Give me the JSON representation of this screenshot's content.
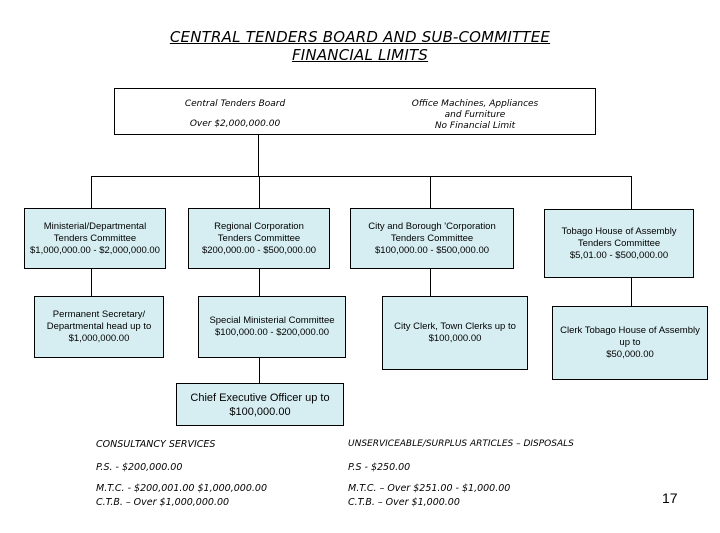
{
  "title": {
    "line1": "CENTRAL TENDERS BOARD AND SUB-COMMITTEE",
    "line2": "FINANCIAL LIMITS"
  },
  "top_box": {
    "left_title": "Central Tenders Board",
    "left_limit": "Over $2,000,000.00",
    "right_line1": "Office Machines, Appliances",
    "right_line2": "and Furniture",
    "right_line3": "No Financial Limit"
  },
  "level1": [
    {
      "line1": "Ministerial/Departmental",
      "line2": "Tenders Committee",
      "line3": "$1,000,000.00 - $2,000,000.00"
    },
    {
      "line1": "Regional Corporation",
      "line2": "Tenders Committee",
      "line3": "$200,000.00 - $500,000.00"
    },
    {
      "line1": "City and Borough 'Corporation",
      "line2": "Tenders Committee",
      "line3": "$100,000.00 - $500,000.00"
    },
    {
      "line1": "Tobago House of Assembly",
      "line2": "Tenders Committee",
      "line3": "$5,01.00 - $500,000.00"
    }
  ],
  "level2": [
    {
      "line1": "Permanent Secretary/",
      "line2": "Departmental head up to",
      "line3": "$1,000,000.00"
    },
    {
      "line1": "Special Ministerial Committee",
      "line2": "$100,000.00 - $200,000.00",
      "line3": ""
    },
    {
      "line1": "City Clerk, Town Clerks up to",
      "line2": "$100,000.00",
      "line3": ""
    },
    {
      "line1": "Clerk Tobago House of Assembly",
      "line2": "up to",
      "line3": "$50,000.00"
    }
  ],
  "ceo_box": {
    "line1": "Chief Executive Officer up to",
    "line2": "$100,000.00"
  },
  "notes": {
    "consultancy_heading": "CONSULTANCY SERVICES",
    "consultancy_ps": "P.S. - $200,000.00",
    "consultancy_mtc": "M.T.C. - $200,001.00   $1,000,000.00",
    "consultancy_ctb": "C.T.B. – Over $1,000,000.00",
    "unserviceable_heading": "UNSERVICEABLE/SURPLUS ARTICLES – DISPOSALS",
    "unserviceable_ps": "P.S - $250.00",
    "unserviceable_mtc": "M.T.C. – Over $251.00 - $1,000.00",
    "unserviceable_ctb": "C.T.B. – Over $1,000.00"
  },
  "page_number": "17"
}
